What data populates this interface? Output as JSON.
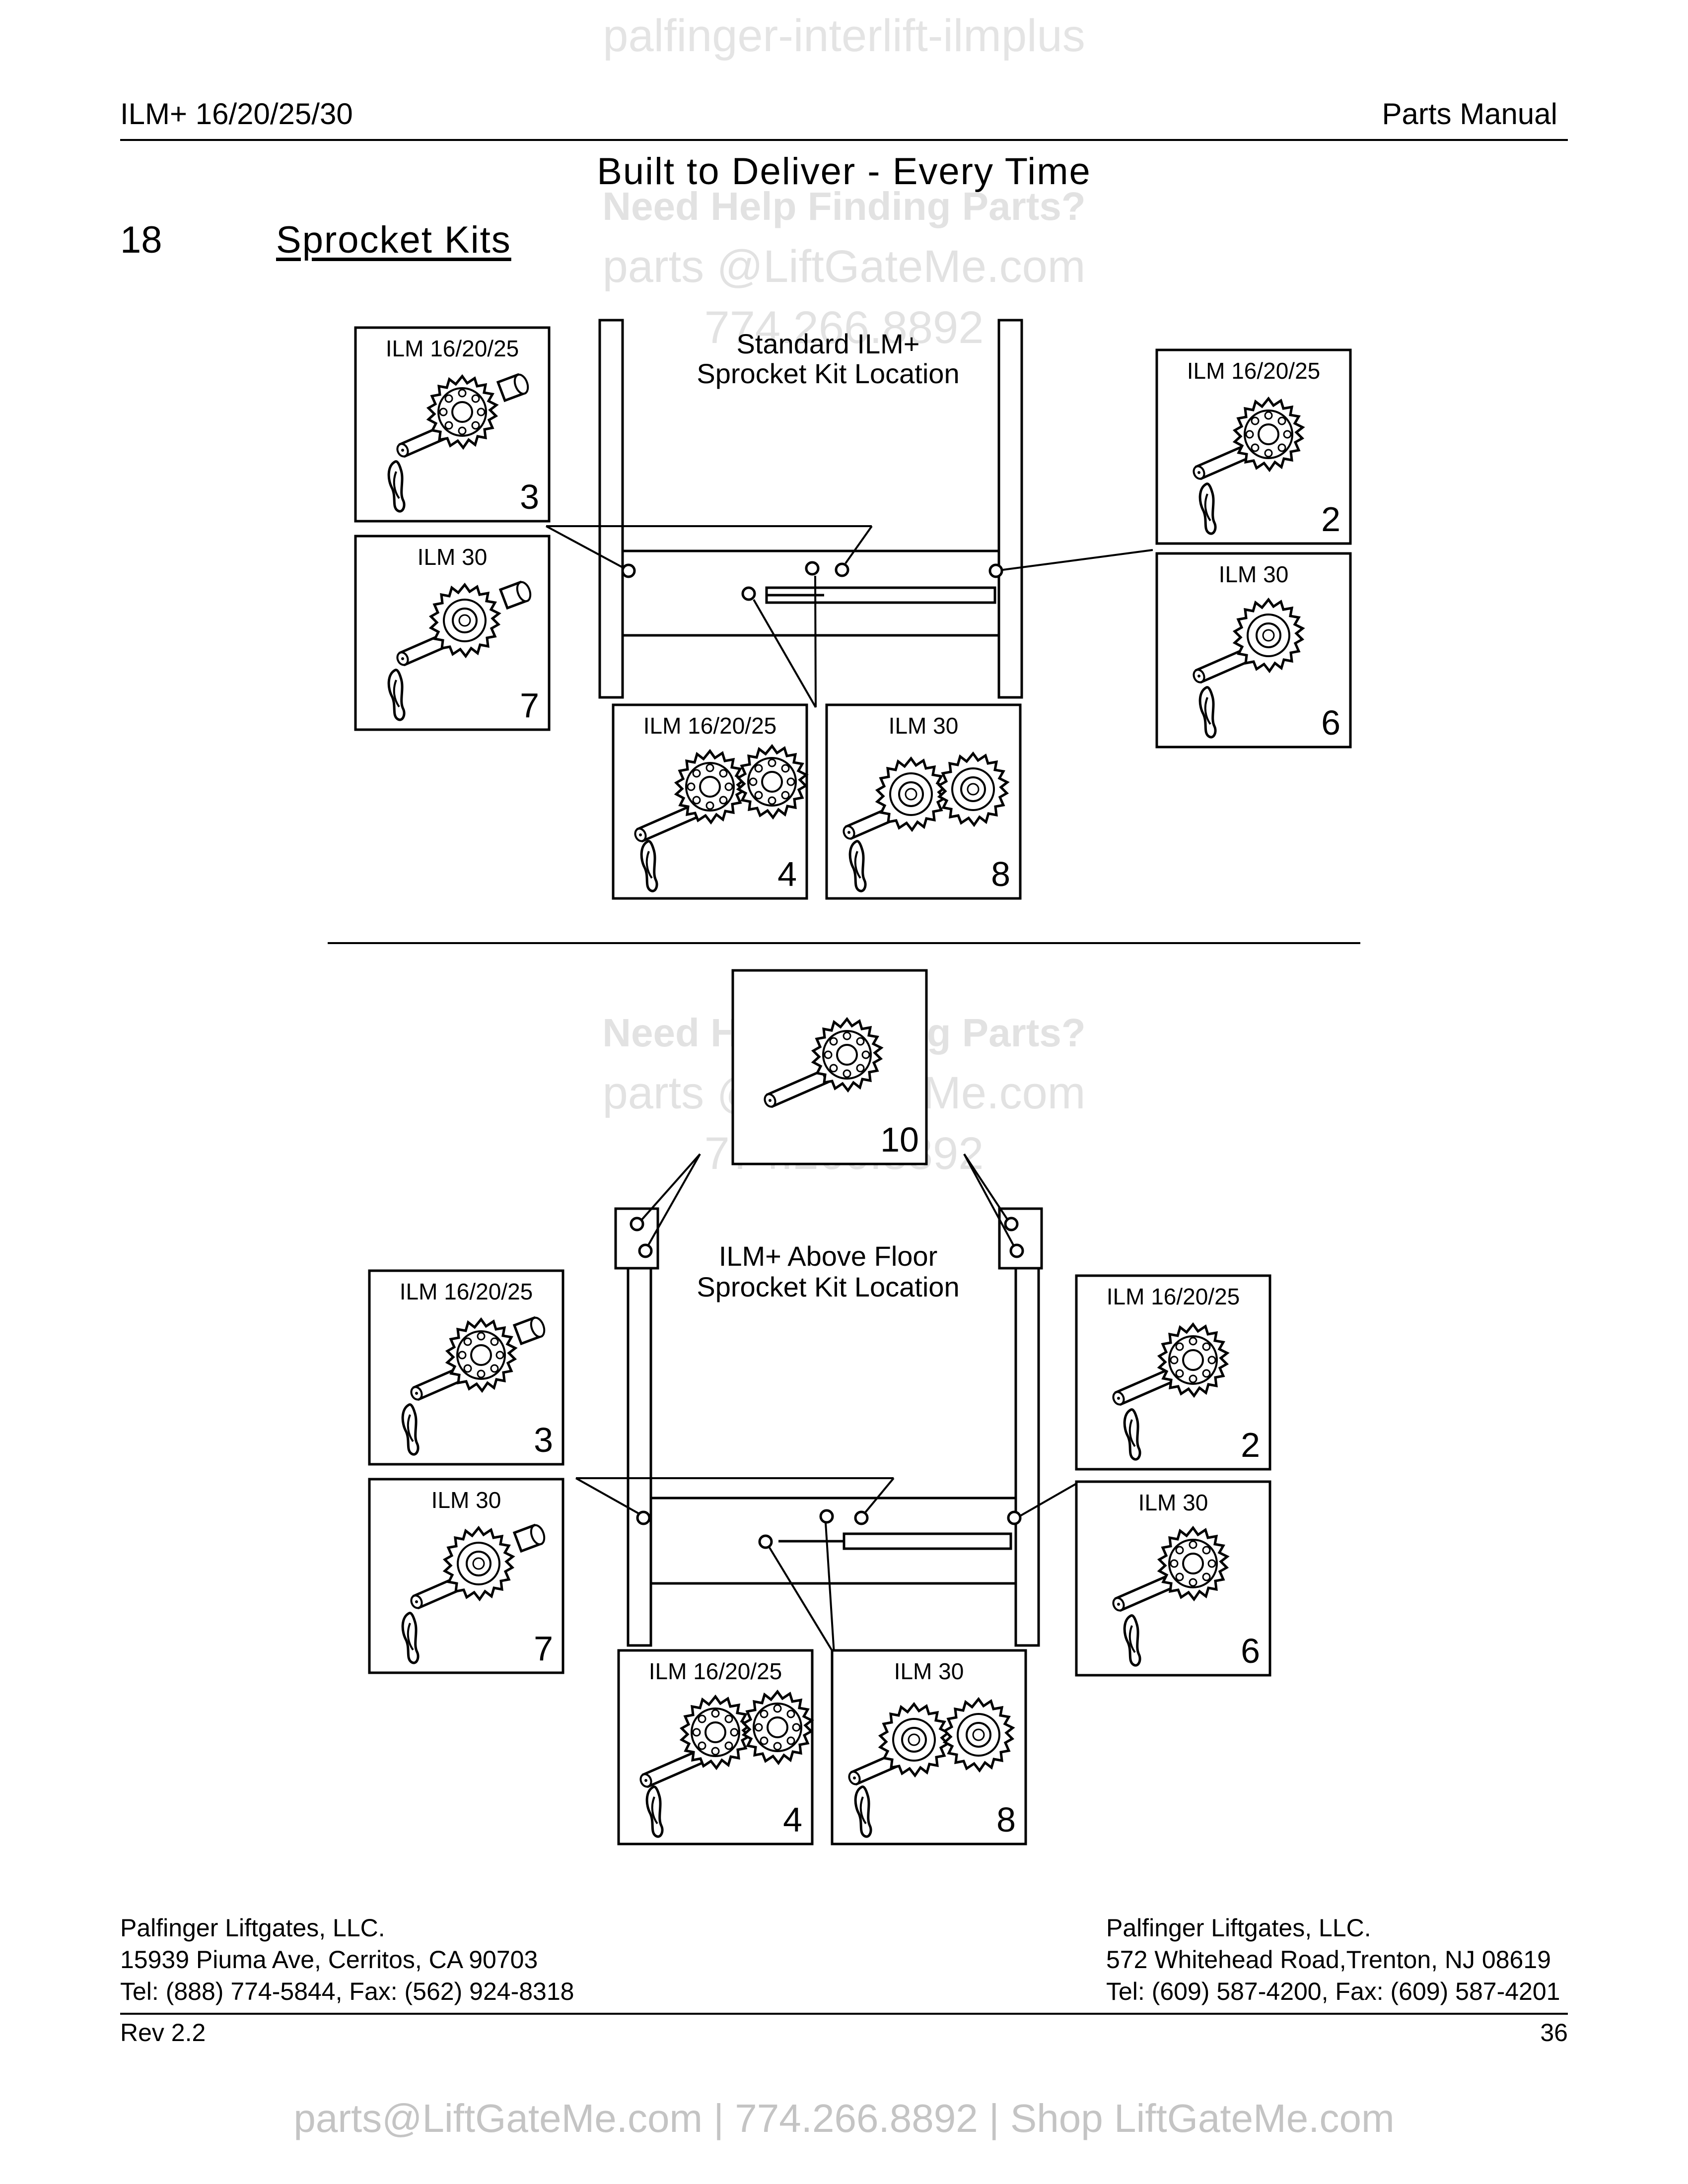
{
  "watermark_top": "palfinger-interlift-ilmplus",
  "header": {
    "left": "ILM+ 16/20/25/30",
    "right": "Parts Manual"
  },
  "tagline": "Built to Deliver - Every Time",
  "section": {
    "number": "18",
    "title": "Sprocket Kits"
  },
  "watermarks": [
    {
      "help": "Need Help Finding Parts?",
      "email": "parts @LiftGateMe.com",
      "phone": "774.266.8892"
    },
    {
      "help": "Need Help Finding Parts?",
      "email": "parts @LiftGateMe.com",
      "phone": "774.266.8892"
    }
  ],
  "diagram_top": {
    "caption_line1": "Standard ILM+",
    "caption_line2": "Sprocket Kit Location",
    "boxes": [
      {
        "label": "ILM 16/20/25",
        "number": "3"
      },
      {
        "label": "ILM 30",
        "number": "7"
      },
      {
        "label": "ILM 16/20/25",
        "number": "2"
      },
      {
        "label": "ILM 30",
        "number": "6"
      },
      {
        "label": "ILM 16/20/25",
        "number": "4"
      },
      {
        "label": "ILM 30",
        "number": "8"
      }
    ]
  },
  "diagram_bottom": {
    "caption_line1": "ILM+ Above Floor",
    "caption_line2": "Sprocket Kit Location",
    "boxes": [
      {
        "label": "",
        "number": "10"
      },
      {
        "label": "ILM 16/20/25",
        "number": "3"
      },
      {
        "label": "ILM 30",
        "number": "7"
      },
      {
        "label": "ILM 16/20/25",
        "number": "2"
      },
      {
        "label": "ILM 30",
        "number": "6"
      },
      {
        "label": "ILM 16/20/25",
        "number": "4"
      },
      {
        "label": "ILM 30",
        "number": "8"
      }
    ]
  },
  "footer": {
    "left": {
      "company": "Palfinger Liftgates, LLC.",
      "address": "15939 Piuma Ave, Cerritos, CA 90703",
      "phone": "Tel: (888) 774-5844, Fax: (562) 924-8318"
    },
    "right": {
      "company": "Palfinger Liftgates, LLC.",
      "address": "572 Whitehead Road,Trenton, NJ 08619",
      "phone": "Tel: (609) 587-4200, Fax: (609) 587-4201"
    },
    "rev": "Rev 2.2",
    "page": "36"
  },
  "promo": "parts@LiftGateMe.com | 774.266.8892 | Shop LiftGateMe.com"
}
